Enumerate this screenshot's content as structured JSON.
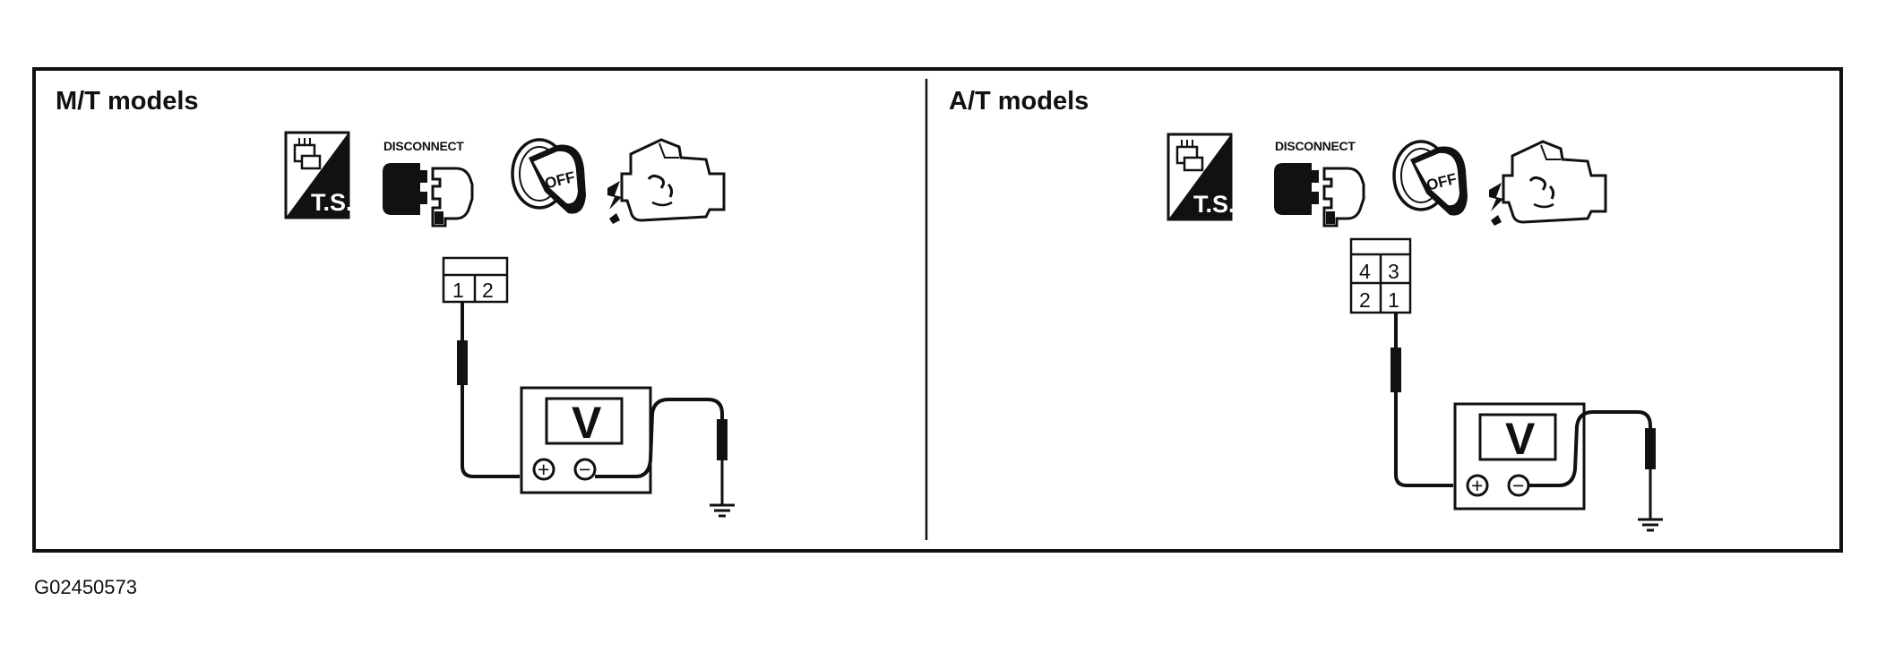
{
  "panels": [
    {
      "title": "M/T models",
      "icons": [
        {
          "name": "ts-harness-icon",
          "label": "T.S."
        },
        {
          "name": "disconnect-connector-icon",
          "label": "DISCONNECT"
        },
        {
          "name": "ignition-key-off-icon",
          "label": "OFF"
        },
        {
          "name": "engine-icon"
        }
      ],
      "connector_pins": [
        "1",
        "2"
      ],
      "meter_label": "V",
      "plus_symbol": "+",
      "minus_symbol": "−"
    },
    {
      "title": "A/T models",
      "icons": [
        {
          "name": "ts-harness-icon",
          "label": "T.S."
        },
        {
          "name": "disconnect-connector-icon",
          "label": "DISCONNECT"
        },
        {
          "name": "ignition-key-off-icon",
          "label": "OFF"
        },
        {
          "name": "engine-icon"
        }
      ],
      "connector_pins": [
        "4",
        "3",
        "2",
        "1"
      ],
      "meter_label": "V",
      "plus_symbol": "+",
      "minus_symbol": "−"
    }
  ],
  "figure_id": "G02450573"
}
